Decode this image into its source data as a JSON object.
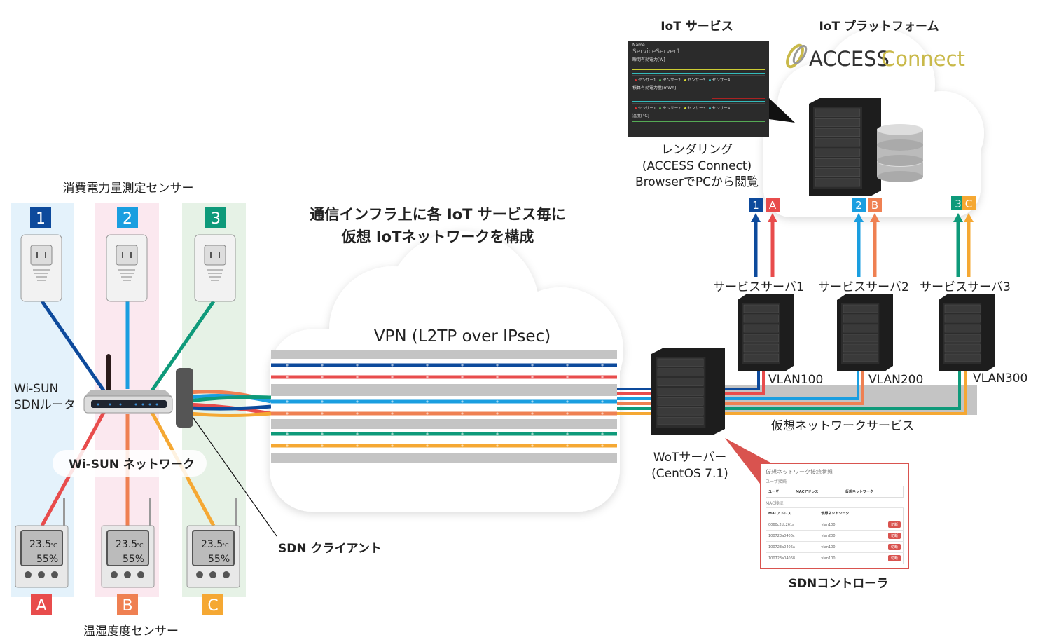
{
  "colors": {
    "ch1": "#0d4a9c",
    "chA": "#e84c4c",
    "ch2": "#1a9ee0",
    "chB": "#ef8052",
    "ch3": "#0e9a7a",
    "chC": "#f5a833",
    "col1_bg": "#e4f2fb",
    "col2_bg": "#fbe8ef",
    "col3_bg": "#e6f2e6",
    "pipe_gray": "#c4c4c4",
    "logo_gold": "#c9b94a",
    "logo_dark": "#333333"
  },
  "left": {
    "power_sensor_title": "消費電力量測定センサー",
    "power_sensors": [
      "1",
      "2",
      "3"
    ],
    "router_label_1": "Wi-SUN",
    "router_label_2": "SDNルータ",
    "wisun_network": "Wi-SUN ネットワーク",
    "temp_sensors": [
      "A",
      "B",
      "C"
    ],
    "temp_reading": "23.5",
    "temp_unit": "°C",
    "humidity_reading": "55%",
    "temp_sensor_title": "温湿度度センサー",
    "sdn_client": "SDN クライアント"
  },
  "center": {
    "heading_1": "通信インフラ上に各 IoT サービス毎に",
    "heading_2": "仮想 IoTネットワークを構成",
    "vpn_label": "VPN (L2TP over IPsec)"
  },
  "right": {
    "iot_service": "IoT サービス",
    "iot_platform": "IoT プラットフォーム",
    "logo_access": "ACCESS",
    "logo_connect": "Connect",
    "render_1": "レンダリング",
    "render_2": "(ACCESS Connect)",
    "render_3": "BrowserでPCから閲覧",
    "service_servers": [
      {
        "label": "サービスサーバ1",
        "vlan": "VLAN100",
        "badges": [
          "1",
          "A"
        ]
      },
      {
        "label": "サービスサーバ2",
        "vlan": "VLAN200",
        "badges": [
          "2",
          "B"
        ]
      },
      {
        "label": "サービスサーバ3",
        "vlan": "VLAN300",
        "badges": [
          "3",
          "C"
        ]
      }
    ],
    "virtual_network_service": "仮想ネットワークサービス",
    "wot_1": "WoTサーバー",
    "wot_2": "(CentOS 7.1)",
    "sdn_controller": "SDNコントローラ"
  },
  "iot_screenshot": {
    "name_label": "Name",
    "server_name": "ServiceServer1",
    "chart1_title": "瞬間有効電力[W]",
    "legend": [
      "センサー1",
      "センサー2",
      "センサー3",
      "センサー4"
    ],
    "legend_colors": [
      "#d33",
      "#5a5",
      "#dd3",
      "#3bb"
    ],
    "chart2_title": "積算有効電力量[mWh]",
    "chart3_title": "温度[°C]"
  },
  "sdn_panel": {
    "title": "仮想ネットワーク接続状態",
    "user_section": "ユーザ接続",
    "user_headers": [
      "ユーザ",
      "MACアドレス",
      "仮想ネットワーク"
    ],
    "mac_section": "MAC接続",
    "mac_headers": [
      "MACアドレス",
      "仮想ネットワーク"
    ],
    "rows": [
      {
        "mac": "0060c2dc261a",
        "vnet": "vlan100"
      },
      {
        "mac": "100723a0406c",
        "vnet": "vlan200"
      },
      {
        "mac": "100723a0406a",
        "vnet": "vlan100"
      },
      {
        "mac": "100723a04068",
        "vnet": "vlan100"
      }
    ],
    "disconnect_label": "切断"
  }
}
